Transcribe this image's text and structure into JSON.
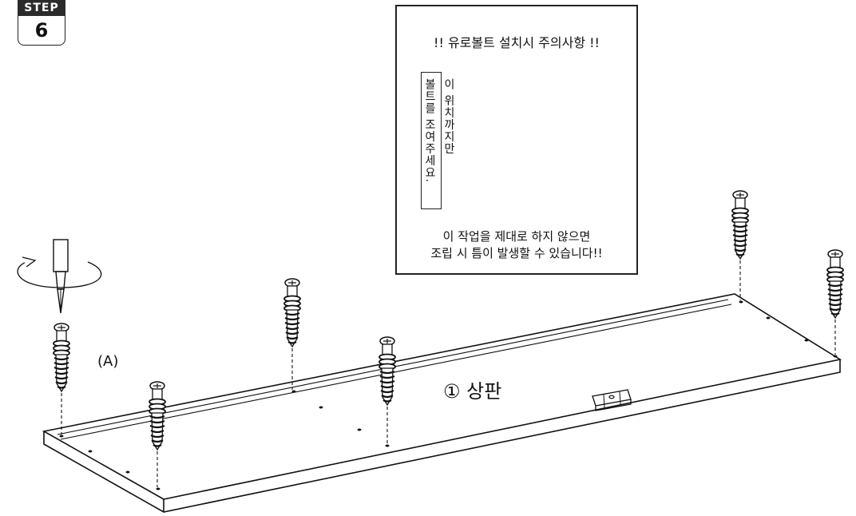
{
  "step": {
    "label": "STEP",
    "number": "6"
  },
  "notice": {
    "title": "!! 유로볼트 설치시 주의사항 !!",
    "vertical_line1": "볼트를 조여주세요.",
    "vertical_line2": "이 위치까지만",
    "desc_line1": "이 작업을 제대로 하지 않으면",
    "desc_line2": "조립 시 틈이 발생할 수 있습니다!!"
  },
  "labels": {
    "bolt": "(A)",
    "panel": "① 상판"
  }
}
